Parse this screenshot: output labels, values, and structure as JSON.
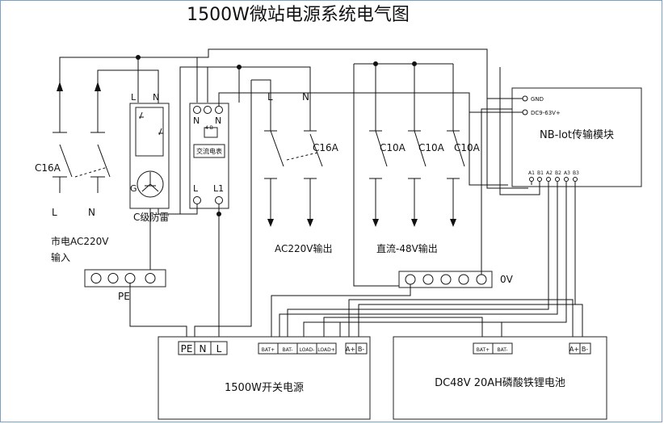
{
  "title": "1500W微站电源系统电气图",
  "mains_breaker": {
    "rating": "C16A",
    "terminal_l": "L",
    "terminal_n": "N",
    "source_label_line1": "市电AC220V",
    "source_label_line2": "输入"
  },
  "surge_protector": {
    "label": "C级防雷",
    "terminal_l": "L",
    "terminal_n": "N",
    "ground_label": "G"
  },
  "energy_meter": {
    "label": "交流电表",
    "top_left": "N",
    "top_right": "N",
    "top_tag": "4 B",
    "bottom_left": "L",
    "bottom_right": "L1"
  },
  "ac_output": {
    "breaker": "C16A",
    "terminal_l": "L",
    "terminal_n": "N",
    "label": "AC220V输出"
  },
  "dc_output": {
    "breakers": [
      "C10A",
      "C10A",
      "C10A"
    ],
    "label": "直流-48V输出"
  },
  "pe_bar": {
    "label": "PE"
  },
  "zero_bar": {
    "label": "0V"
  },
  "nb_module": {
    "label": "NB-lot传输模块",
    "pin_gnd": "GND",
    "pin_power": "DC9-63V+",
    "bottom_pins": [
      "A1",
      "B1",
      "A2",
      "B2",
      "A3",
      "B3"
    ]
  },
  "power_supply": {
    "label": "1500W开关电源",
    "terminals": [
      "PE",
      "N",
      "L"
    ],
    "ports": [
      "BAT+",
      "BAT-",
      "LOAD-",
      "LOAD+"
    ],
    "bus_a": "A+",
    "bus_b": "B-"
  },
  "battery": {
    "label": "DC48V 20AH磷酸铁锂电池",
    "ports": [
      "BAT+",
      "BAT-"
    ],
    "bus_a": "A+",
    "bus_b": "B-"
  }
}
